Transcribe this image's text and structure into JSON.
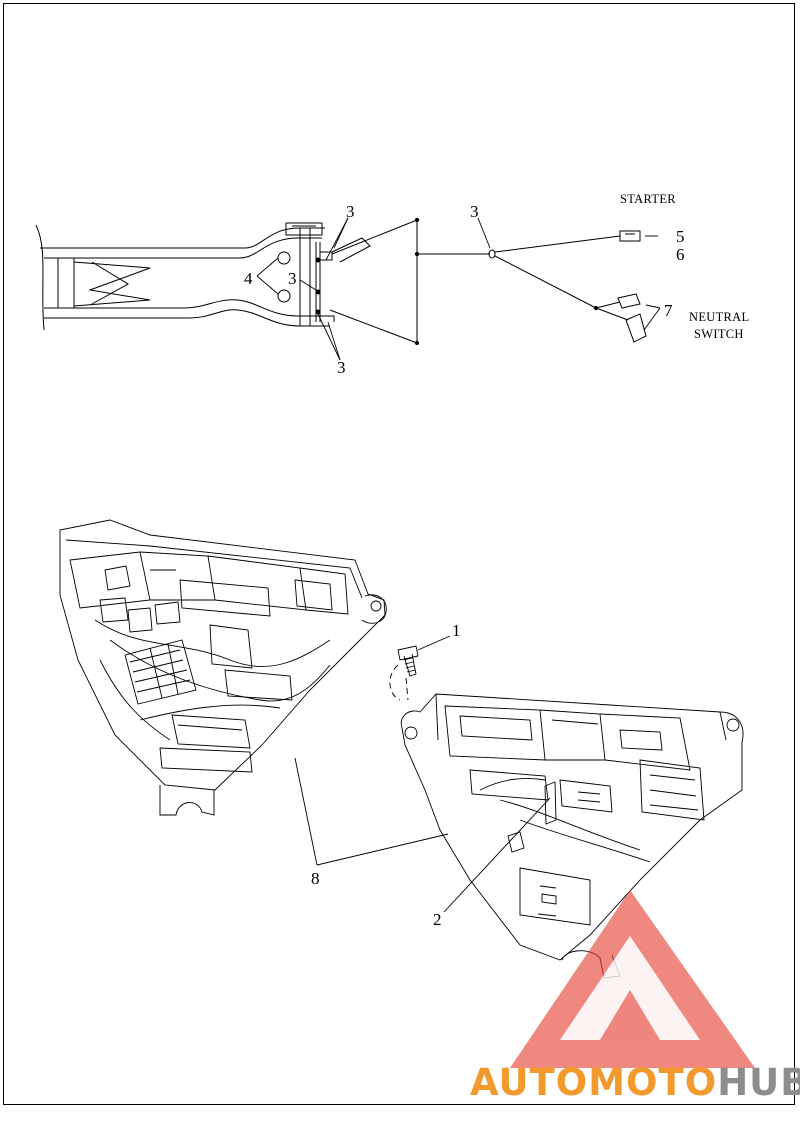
{
  "diagram": {
    "labels": {
      "starter": "STARTER",
      "neutral_switch_line1": "NEUTRAL",
      "neutral_switch_line2": "SWITCH"
    },
    "callouts": {
      "c1": "1",
      "c2": "2",
      "c3": "3",
      "c4": "4",
      "c5": "5",
      "c6": "6",
      "c7": "7",
      "c8": "8"
    }
  },
  "watermark": {
    "part1": "AUTOMOTO",
    "part2": "HUB",
    "colors": {
      "triangle": "#e8453c",
      "accent": "#f39a2e",
      "gray": "#8d8d8d"
    }
  }
}
